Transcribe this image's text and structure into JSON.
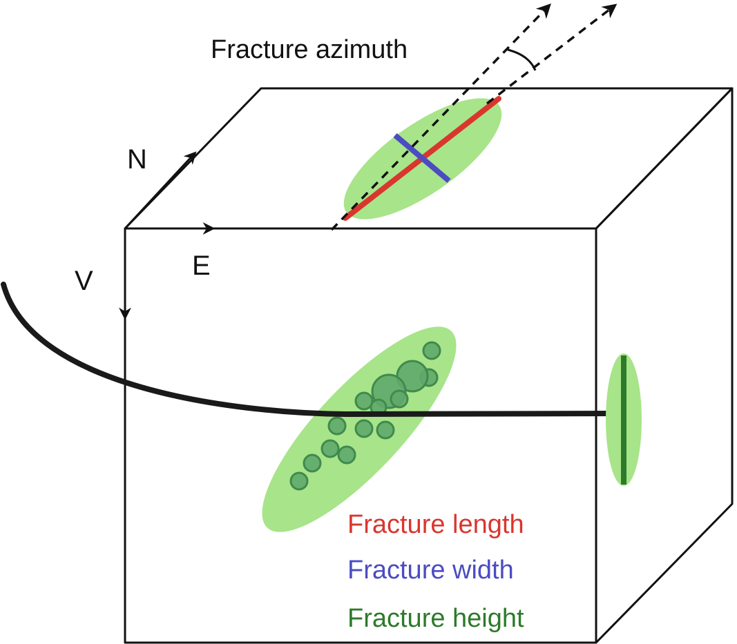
{
  "labels": {
    "azimuth": "Fracture azimuth",
    "north": "N",
    "east": "E",
    "vertical": "V"
  },
  "legend": {
    "length": "Fracture length",
    "width": "Fracture width",
    "height": "Fracture height"
  },
  "colors": {
    "length": "#d9362e",
    "width": "#4b4cc2",
    "height": "#2d7a2a",
    "fracture_fill": "#a8e48a",
    "event_fill": "#5fa86a",
    "event_stroke": "#3f8a4c",
    "outline": "#111111",
    "well": "#1a1a1a"
  }
}
